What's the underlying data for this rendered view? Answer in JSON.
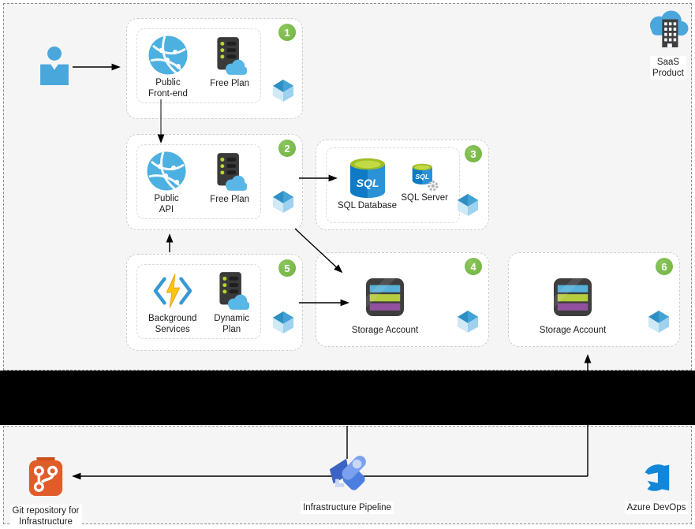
{
  "colors": {
    "region_bg": "#f5f5f5",
    "box_bg": "#ffffff",
    "badge_green": "#76b84a",
    "redaction_band": "#000000",
    "azure_blue": "#4aa7dc",
    "git_orange": "#e05c28",
    "storage_stripes": [
      "#56b1d8",
      "#b5cc3f",
      "#91519f"
    ]
  },
  "icons": {
    "user": "user-icon",
    "app_service": "globe-icon",
    "service_plan": "server-cloud-icon",
    "functions": "angle-brackets-lightning-icon",
    "sql_database": "sql-database-icon",
    "sql_server": "sql-server-icon",
    "storage_account": "storage-stripes-icon",
    "resource_cube": "cube-icon",
    "saas": "cloud-building-icon",
    "git": "git-branch-icon",
    "pipeline": "rocket-icon",
    "devops": "azure-devops-icon"
  },
  "boxes": [
    {
      "badge": "1",
      "services": [
        {
          "lines": [
            "Public",
            "Front-end"
          ]
        },
        {
          "lines": [
            "Free Plan"
          ]
        }
      ]
    },
    {
      "badge": "2",
      "services": [
        {
          "lines": [
            "Public",
            "API"
          ]
        },
        {
          "lines": [
            "Free Plan"
          ]
        }
      ]
    },
    {
      "badge": "3",
      "services": [
        {
          "lines": [
            "SQL Database"
          ]
        },
        {
          "lines": [
            "SQL Server"
          ]
        }
      ]
    },
    {
      "badge": "4",
      "services": [
        {
          "lines": [
            "Storage Account"
          ]
        }
      ]
    },
    {
      "badge": "5",
      "services": [
        {
          "lines": [
            "Background",
            "Services"
          ]
        },
        {
          "lines": [
            "Dynamic",
            "Plan"
          ]
        }
      ]
    },
    {
      "badge": "6",
      "services": [
        {
          "lines": [
            "Storage Account"
          ]
        }
      ]
    }
  ],
  "figures": {
    "saas": {
      "lines": [
        "SaaS",
        "Product"
      ]
    },
    "git": {
      "lines": [
        "Git repository for",
        "Infrastructure"
      ]
    },
    "pipeline": {
      "lines": [
        "Infrastructure Pipeline"
      ]
    },
    "devops": {
      "lines": [
        "Azure DevOps"
      ]
    }
  }
}
